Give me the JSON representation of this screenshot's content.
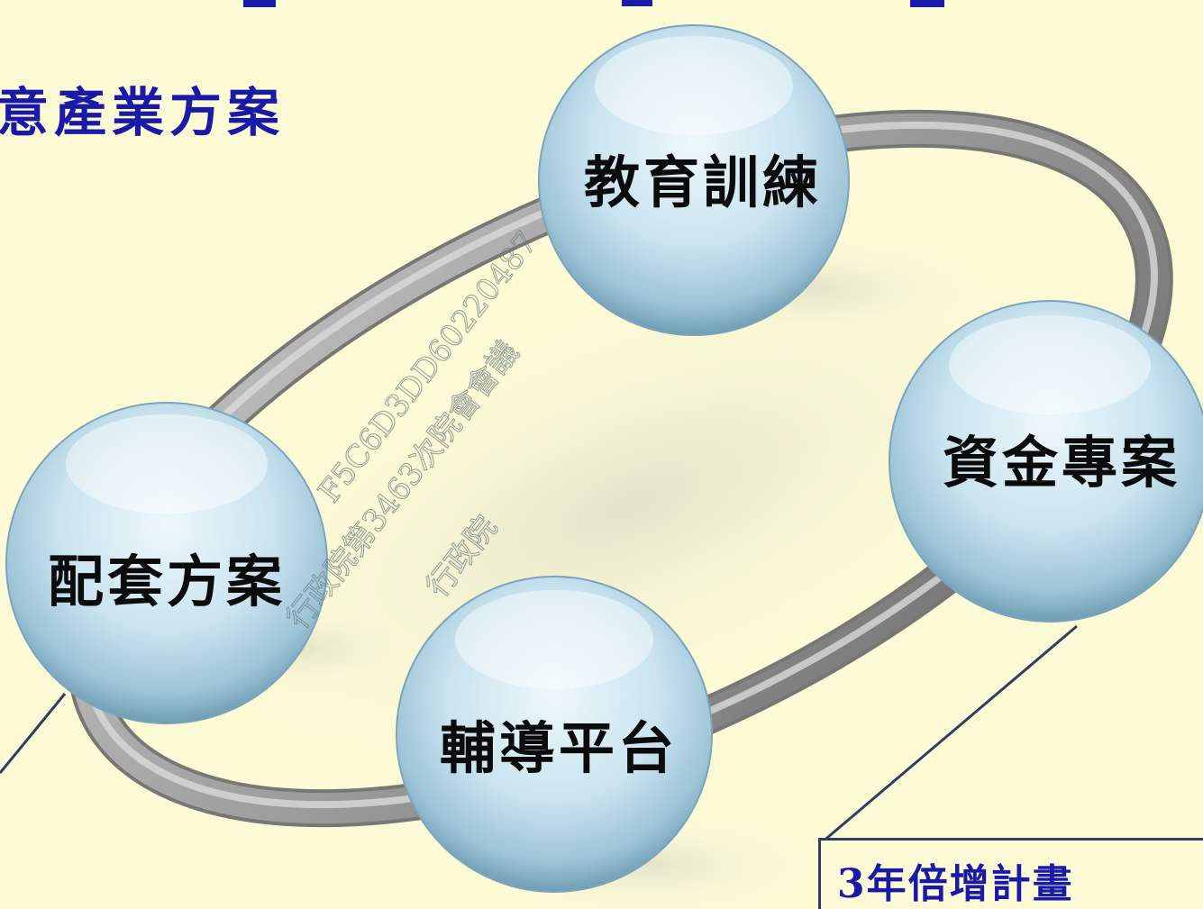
{
  "slide": {
    "title_fragment": "意產業方案",
    "nodes": {
      "top": "教育訓練",
      "right": "資金專案",
      "left": "配套方案",
      "bottom": "輔導平台"
    },
    "plan_label": "3年倍增計畫",
    "watermark": {
      "line1": "F5C6D3DD60220487",
      "line2": "行政院第3463次院會會議",
      "line3": "行政院"
    }
  },
  "colors": {
    "background": "#fdfbd6",
    "title": "#1a1aa8",
    "node_text": "#0b0b0b",
    "ring": "#8f8f8f",
    "connector": "#2e3f66"
  }
}
